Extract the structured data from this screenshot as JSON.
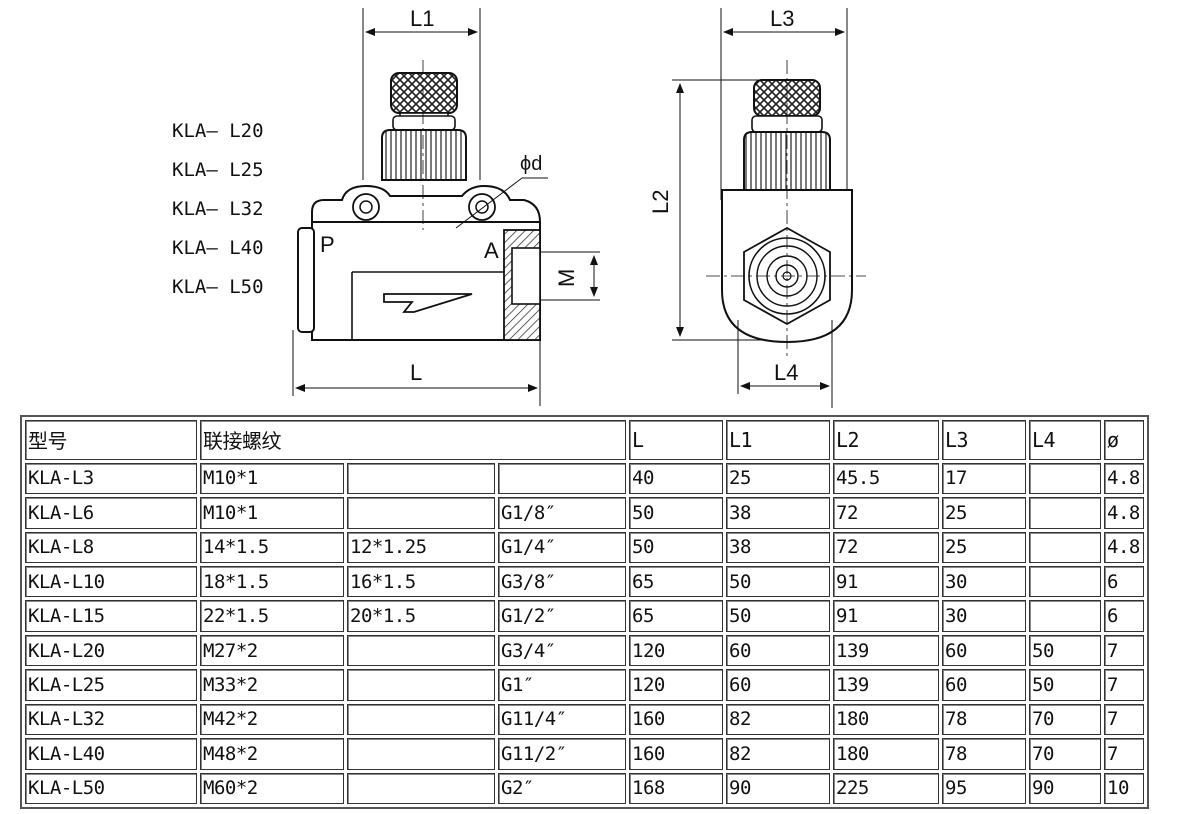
{
  "drawing": {
    "front_view": {
      "label_L1": "L1",
      "label_L": "L",
      "label_M": "M",
      "label_d": "ϕd",
      "label_P": "P",
      "label_A": "A"
    },
    "side_view": {
      "label_L3": "L3",
      "label_L2": "L2",
      "label_L4": "L4"
    },
    "models": [
      "KLA– L20",
      "KLA– L25",
      "KLA– L32",
      "KLA– L40",
      "KLA– L50"
    ]
  },
  "table": {
    "headers": {
      "model": "型号",
      "thread": "联接螺纹",
      "L": "L",
      "L1": "L1",
      "L2": "L2",
      "L3": "L3",
      "L4": "L4",
      "phi": "ø"
    },
    "rows": [
      {
        "model": "KLA-L3",
        "t1": "M10*1",
        "t2": "",
        "t3": "",
        "L": "40",
        "L1": "25",
        "L2": "45.5",
        "L3": "17",
        "L4": "",
        "phi": "4.8"
      },
      {
        "model": "KLA-L6",
        "t1": "M10*1",
        "t2": "",
        "t3": "G1/8″",
        "L": "50",
        "L1": "38",
        "L2": "72",
        "L3": "25",
        "L4": "",
        "phi": "4.8"
      },
      {
        "model": "KLA-L8",
        "t1": "14*1.5",
        "t2": "12*1.25",
        "t3": "G1/4″",
        "L": "50",
        "L1": "38",
        "L2": "72",
        "L3": "25",
        "L4": "",
        "phi": "4.8"
      },
      {
        "model": "KLA-L10",
        "t1": "18*1.5",
        "t2": "16*1.5",
        "t3": "G3/8″",
        "L": "65",
        "L1": "50",
        "L2": "91",
        "L3": "30",
        "L4": "",
        "phi": "6"
      },
      {
        "model": "KLA-L15",
        "t1": "22*1.5",
        "t2": "20*1.5",
        "t3": "G1/2″",
        "L": "65",
        "L1": "50",
        "L2": "91",
        "L3": "30",
        "L4": "",
        "phi": "6"
      },
      {
        "model": "KLA-L20",
        "t1": "M27*2",
        "t2": "",
        "t3": "G3/4″",
        "L": "120",
        "L1": "60",
        "L2": "139",
        "L3": "60",
        "L4": "50",
        "phi": "7"
      },
      {
        "model": "KLA-L25",
        "t1": "M33*2",
        "t2": "",
        "t3": "G1″",
        "L": "120",
        "L1": "60",
        "L2": "139",
        "L3": "60",
        "L4": "50",
        "phi": "7"
      },
      {
        "model": "KLA-L32",
        "t1": "M42*2",
        "t2": "",
        "t3": "G11/4″",
        "L": "160",
        "L1": "82",
        "L2": "180",
        "L3": "78",
        "L4": "70",
        "phi": "7"
      },
      {
        "model": "KLA-L40",
        "t1": "M48*2",
        "t2": "",
        "t3": "G11/2″",
        "L": "160",
        "L1": "82",
        "L2": "180",
        "L3": "78",
        "L4": "70",
        "phi": "7"
      },
      {
        "model": "KLA-L50",
        "t1": "M60*2",
        "t2": "",
        "t3": "G2″",
        "L": "168",
        "L1": "90",
        "L2": "225",
        "L3": "95",
        "L4": "90",
        "phi": "10"
      }
    ]
  }
}
